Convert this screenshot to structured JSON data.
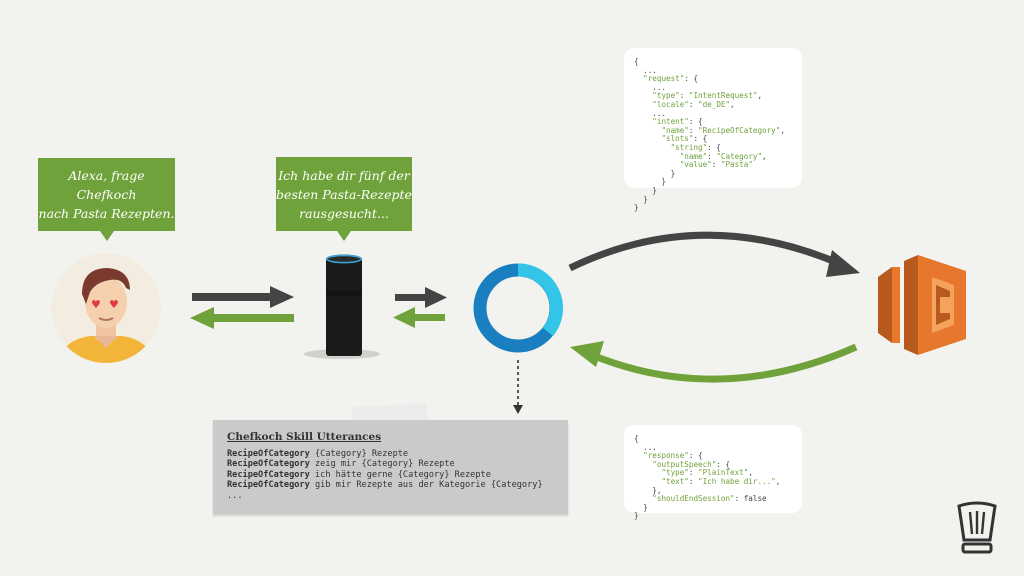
{
  "user_bubble": {
    "text": "Alexa, frage Chefkoch\nnach Pasta Rezepten."
  },
  "echo_bubble": {
    "text": "Ich habe dir fünf der\nbesten Pasta-Rezepte\nrausgesucht..."
  },
  "request_json": {
    "lines": [
      "{",
      "  ...",
      "  \"request\": {",
      "    ...",
      "    \"type\": \"IntentRequest\",",
      "    \"locale\": \"de_DE\",",
      "    ...",
      "    \"intent\": {",
      "      \"name\": \"RecipeOfCategory\",",
      "      \"slots\": {",
      "        \"string\": {",
      "          \"name\": \"Category\",",
      "          \"value\": \"Pasta\"",
      "        }",
      "      }",
      "    }",
      "  }",
      "}"
    ]
  },
  "response_json": {
    "lines": [
      "{",
      "  ...",
      "  \"response\": {",
      "    \"outputSpeech\": {",
      "      \"type\": \"PlainText\",",
      "      \"text\": \"Ich habe dir...\",",
      "    },",
      "    \"shouldEndSession\": false",
      "  }",
      "}"
    ]
  },
  "utterances": {
    "title": "Chefkoch Skill Utterances",
    "rows": [
      {
        "intent": "RecipeOfCategory",
        "text": " {Category} Rezepte"
      },
      {
        "intent": "RecipeOfCategory",
        "text": " zeig mir {Category} Rezepte"
      },
      {
        "intent": "RecipeOfCategory",
        "text": " ich hätte gerne {Category} Rezepte"
      },
      {
        "intent": "RecipeOfCategory",
        "text": " gib mir Rezepte aus der Kategorie {Category}"
      }
    ],
    "ellipsis": "..."
  },
  "colors": {
    "green": "#6fa23a",
    "dark_arrow": "#444444",
    "alexa_blue": "#1a7fc1",
    "alexa_cyan": "#32c5e8",
    "lambda_orange": "#e8772e"
  }
}
